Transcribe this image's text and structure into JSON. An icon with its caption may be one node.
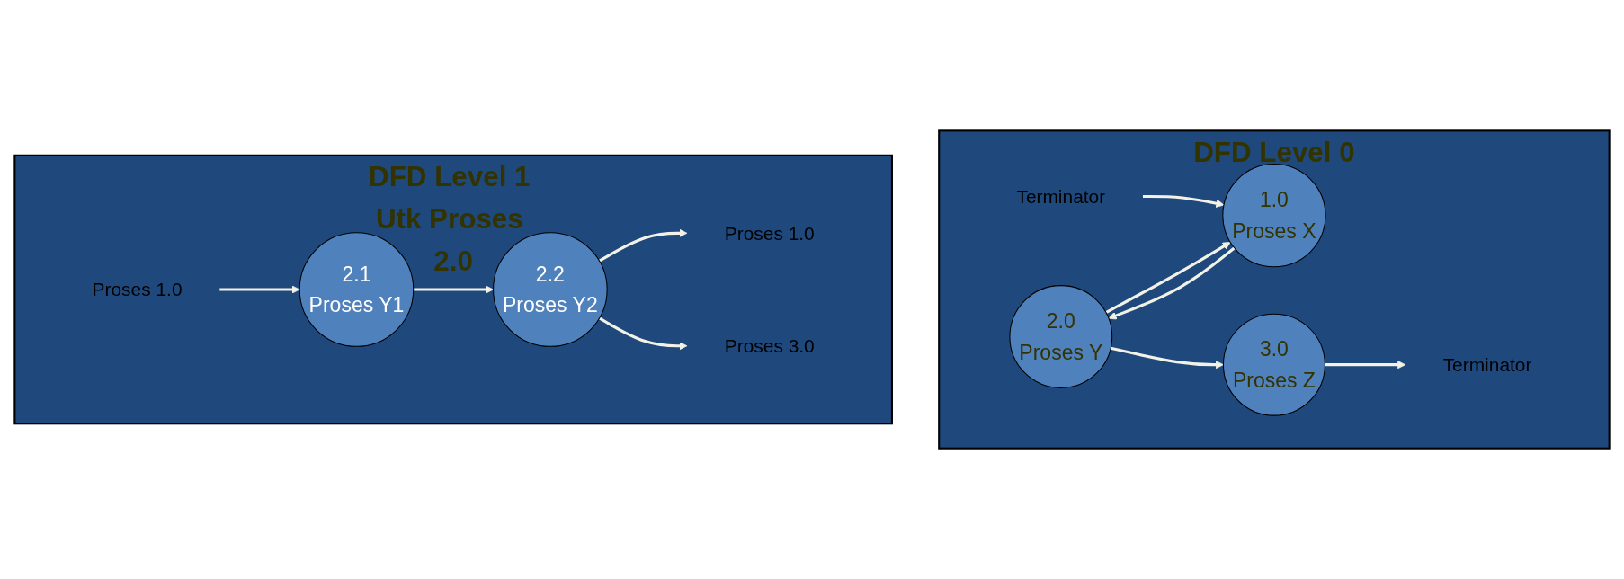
{
  "diagram": {
    "nodes": [
      {
        "text": [
          "DFD Level 0"
        ]
      },
      {
        "text": [
          "2.0",
          "Proses Y"
        ],
        "in": 0
      },
      {
        "text": [
          "1.0",
          "Proses X"
        ],
        "in": 0
      },
      {
        "text": [
          "3.0",
          "Proses Z"
        ],
        "in": 0
      },
      {
        "text": [
          "Terminator"
        ],
        "in": 0
      },
      {
        "text": [
          "Terminator"
        ],
        "in": 0
      },
      {
        "text": [
          "DFD Level 1 Utk Proses 2.0"
        ]
      },
      {
        "text": [
          "Proses 1.0"
        ],
        "in": 6
      },
      {
        "text": [
          "2.1",
          "Proses Y1"
        ],
        "in": 6
      },
      {
        "text": [
          "2.2",
          "Proses Y2"
        ],
        "in": 6
      },
      {
        "text": [
          "Proses 1.0"
        ],
        "in": 6
      },
      {
        "text": [
          "Proses 3.0"
        ],
        "in": 6
      }
    ],
    "edges": [
      {
        "from": 4,
        "to": 2,
        "arrow": "to"
      },
      {
        "from": 2,
        "to": 1,
        "arrow": "to"
      },
      {
        "from": 1,
        "to": 2,
        "arrow": "to"
      },
      {
        "from": 1,
        "to": 3,
        "arrow": "to"
      },
      {
        "from": 3,
        "to": 5,
        "arrow": "to"
      },
      {
        "from": 7,
        "to": 8,
        "arrow": "to"
      },
      {
        "from": 8,
        "to": 9,
        "arrow": "to"
      },
      {
        "from": 9,
        "to": 10,
        "arrow": "to"
      },
      {
        "from": 9,
        "to": 11,
        "arrow": "to"
      }
    ]
  }
}
